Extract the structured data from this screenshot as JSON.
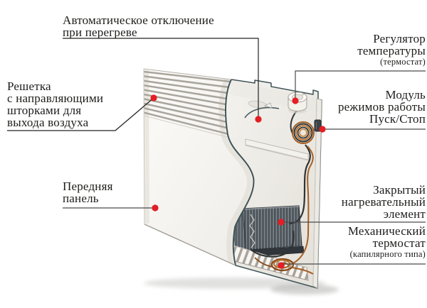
{
  "labels": {
    "auto_shutoff": {
      "line1": "Автоматическое отключение",
      "line2": "при перегреве"
    },
    "grille": {
      "line1": "Решетка",
      "line2": "с направляющими",
      "line3": "шторками для",
      "line4": "выхода воздуха"
    },
    "front_panel": {
      "line1": "Передняя",
      "line2": "панель"
    },
    "temp_regulator": {
      "line1": "Регулятор",
      "line2": "температуры",
      "note": "(термостат)"
    },
    "mode_module": {
      "line1": "Модуль",
      "line2": "режимов работы",
      "line3": "Пуск/Стоп"
    },
    "heating_element": {
      "line1": "Закрытый",
      "line2": "нагревательный",
      "line3": "элемент"
    },
    "mech_thermostat": {
      "line1": "Механический",
      "line2": "термостат",
      "note": "(капилярного типа)"
    }
  },
  "colors": {
    "callout_dot": "#e31e24",
    "leader_line": "#4a4a4d",
    "leader_line_dark": "#232323",
    "cut_outline": "#3f5457",
    "heating_element": "#4b5258",
    "copper_tube": "#a55f22",
    "text": "#1d1d1b",
    "background": "#ffffff"
  }
}
